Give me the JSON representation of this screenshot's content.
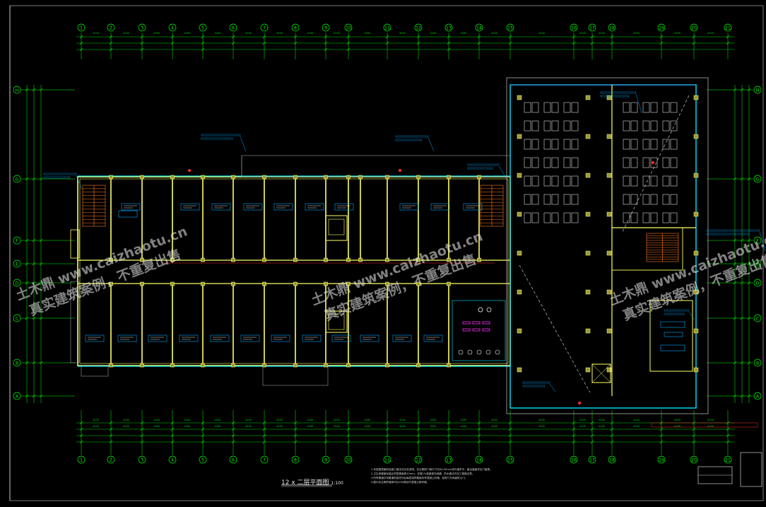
{
  "drawing": {
    "title": "12 x 二层平面图",
    "scale": "1:100",
    "colors": {
      "background": "#000000",
      "frame": "#9a9a9a",
      "axis": "#00ff00",
      "dim": "#00d400",
      "wall": "#ffff66",
      "wall_fill": "#9a9a3a",
      "window": "#00e5ff",
      "blue_line": "#3aa0ff",
      "room_tag": "#00a8ff",
      "red": "#ff3030",
      "magenta": "#ff30ff",
      "stair": "#ff7a1a",
      "text": "#e8e8e8"
    },
    "top_axis_labels": [
      "1",
      "2",
      "3",
      "4",
      "5",
      "6",
      "7",
      "8",
      "9",
      "10",
      "11",
      "12",
      "13",
      "14",
      "15",
      "16",
      "17",
      "18",
      "19",
      "20",
      "21"
    ],
    "bottom_axis_labels": [
      "1",
      "2",
      "3",
      "4",
      "5",
      "6",
      "7",
      "8",
      "9",
      "10",
      "11",
      "12",
      "13",
      "14",
      "15",
      "16",
      "17",
      "18",
      "19",
      "20",
      "21"
    ],
    "row_axis_labels": [
      "H",
      "G",
      "F",
      "E",
      "D",
      "C",
      "B",
      "A"
    ]
  },
  "watermarks": [
    {
      "line1": "土木鼎 www.caizhaotu.cn",
      "line2": "真实建筑案例，不重复出售"
    },
    {
      "line1": "土木鼎 www.caizhaotu.cn",
      "line2": "真实建筑案例，不重复出售"
    },
    {
      "line1": "土木鼎 www.caizhaotu.cn",
      "line2": "真实建筑案例，不重复出售"
    }
  ],
  "notes": [
    "1.本层建筑面积及施工做法详见总说明，未注明的门垛尺寸均为120mm或与墙齐平，窗台高度详见门窗表。",
    "2.卫生间楼面标高比同层楼面低20mm，并做1%坡度坡向地漏，防水做法详见工程做法表。",
    "3.所有管道井待管道安装完毕后每层用同楼板标号混凝土封堵，检修门为丙级防火门。",
    "4.图中未注明的墙体均为200厚加气混凝土砌块墙。"
  ]
}
